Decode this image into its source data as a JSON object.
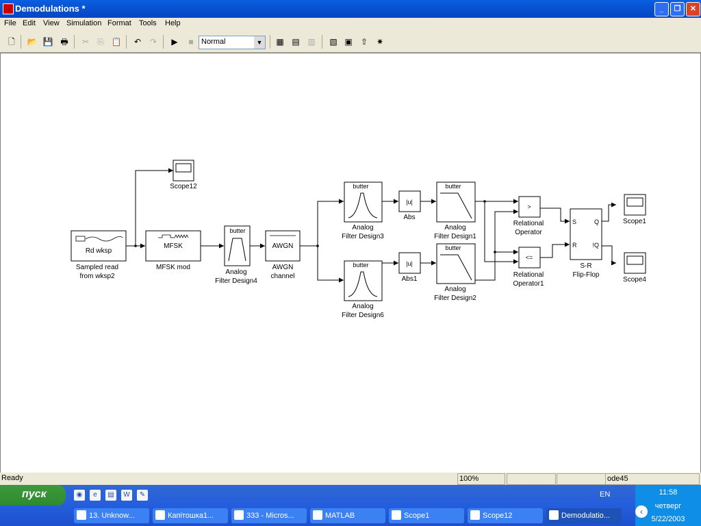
{
  "window": {
    "title": "Demodulations *"
  },
  "menu": [
    "File",
    "Edit",
    "View",
    "Simulation",
    "Format",
    "Tools",
    "Help"
  ],
  "toolbar": {
    "sim_mode": "Normal"
  },
  "blocks": {
    "rdwksp": {
      "text": "Rd wksp",
      "label1": "Sampled read",
      "label2": "from wksp2"
    },
    "scope12": {
      "label": "Scope12"
    },
    "mfsk": {
      "text": "MFSK",
      "label": "MFSK mod"
    },
    "afd4": {
      "text": "butter",
      "label1": "Analog",
      "label2": "Filter Design4"
    },
    "awgn": {
      "text": "AWGN",
      "label1": "AWGN",
      "label2": "channel"
    },
    "afd3": {
      "text": "butter",
      "label1": "Analog",
      "label2": "Filter Design3"
    },
    "afd6": {
      "text": "butter",
      "label1": "Analog",
      "label2": "Filter Design6"
    },
    "abs": {
      "text": "|u|",
      "label": "Abs"
    },
    "abs1": {
      "text": "|u|",
      "label": "Abs1"
    },
    "afd1": {
      "text": "butter",
      "label1": "Analog",
      "label2": "Filter Design1"
    },
    "afd2": {
      "text": "butter",
      "label1": "Analog",
      "label2": "Filter Design2"
    },
    "rel": {
      "text": ">",
      "label1": "Relational",
      "label2": "Operator"
    },
    "rel1": {
      "text": "<=",
      "label1": "Relational",
      "label2": "Operator1"
    },
    "sr": {
      "s": "S",
      "r": "R",
      "q": "Q",
      "nq": "!Q",
      "label1": "S-R",
      "label2": "Flip-Flop"
    },
    "scope1": {
      "label": "Scope1"
    },
    "scope4": {
      "label": "Scope4"
    }
  },
  "status": {
    "text": "Ready",
    "zoom": "100%",
    "solver": "ode45"
  },
  "taskbar": {
    "start": "пуск",
    "tasks": [
      "13. Unknow...",
      "Капітошка1...",
      "333 - Micros...",
      "MATLAB",
      "Scope1",
      "Scope12",
      "Demodulatio..."
    ],
    "lang": "EN",
    "time": "11:58",
    "day": "четверг",
    "date": "5/22/2003"
  }
}
